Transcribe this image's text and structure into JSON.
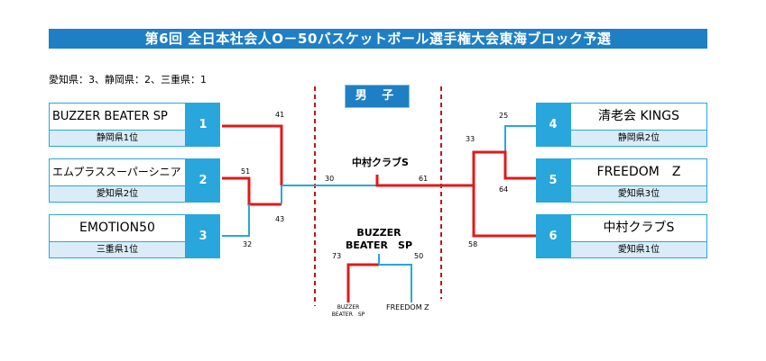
{
  "title": "第6回 全日本社会人O－50バスケットボール選手権大会東海ブロック予選",
  "quota": "愛知県：3、静岡県：2、三重県：1",
  "division": "男 子",
  "teams": [
    {
      "seed": "1",
      "name": "BUZZER BEATER SP",
      "pref": "静岡県1位"
    },
    {
      "seed": "2",
      "name": "エムプラススーパーシニア",
      "pref": "愛知県2位"
    },
    {
      "seed": "3",
      "name": "EMOTION50",
      "pref": "三重県1位"
    },
    {
      "seed": "4",
      "name": "清老会 KINGS",
      "pref": "静岡県2位"
    },
    {
      "seed": "5",
      "name": "FREEDOM　Z",
      "pref": "愛知県3位"
    },
    {
      "seed": "6",
      "name": "中村クラブS",
      "pref": "愛知県1位"
    }
  ],
  "scores": {
    "s41": "41",
    "s51": "51",
    "s43": "43",
    "s32": "32",
    "s30": "30",
    "s61": "61",
    "s25": "25",
    "s33": "33",
    "s64": "64",
    "s58": "58",
    "s73": "73",
    "s50": "50"
  },
  "champion": "中村クラブS",
  "third_place_winner": "BUZZER\nBEATER　SP",
  "third_place_left": "BUZZER\nBEATER　SP",
  "third_place_right": "FREEDOM Z",
  "colors": {
    "title_bg": "#1f7fc4",
    "seed_bg": "#29a6dc",
    "win_line": "#e01a1a",
    "lose_line": "#29a6dc",
    "divider": "#c0141c"
  }
}
